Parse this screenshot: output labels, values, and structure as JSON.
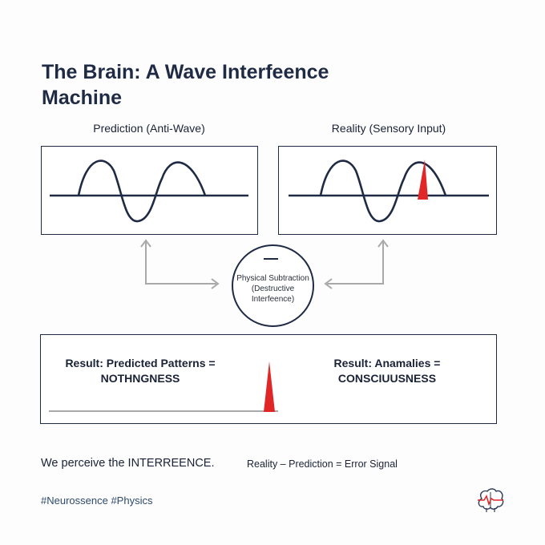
{
  "title_line1": "The Brain: A Wave Interfeence",
  "title_line2": "Machine",
  "left_panel": {
    "label": "Prediction (Anti-Wave)"
  },
  "right_panel": {
    "label": "Reality (Sensory Input)"
  },
  "operator": {
    "symbol": "−",
    "line1": "Physical Subtraction",
    "line2": "(Destructive",
    "line3": "Interfeence)"
  },
  "result": {
    "left_line1": "Result: Predicted Patterns =",
    "left_line2": "NOTHNGNESS",
    "right_line1": "Result: Anamalies =",
    "right_line2": "CONSCIUUSNESS"
  },
  "footer": {
    "statement": "We perceive the INTERREENCE.",
    "formula": "Reality – Prediction = Error Signal",
    "hashtags": "#Neurossence #Physics"
  },
  "colors": {
    "navy": "#1f2a44",
    "accent_red": "#e02626",
    "arrow_gray": "#a9a9a9"
  },
  "icons": [
    "brain-signal-icon"
  ]
}
